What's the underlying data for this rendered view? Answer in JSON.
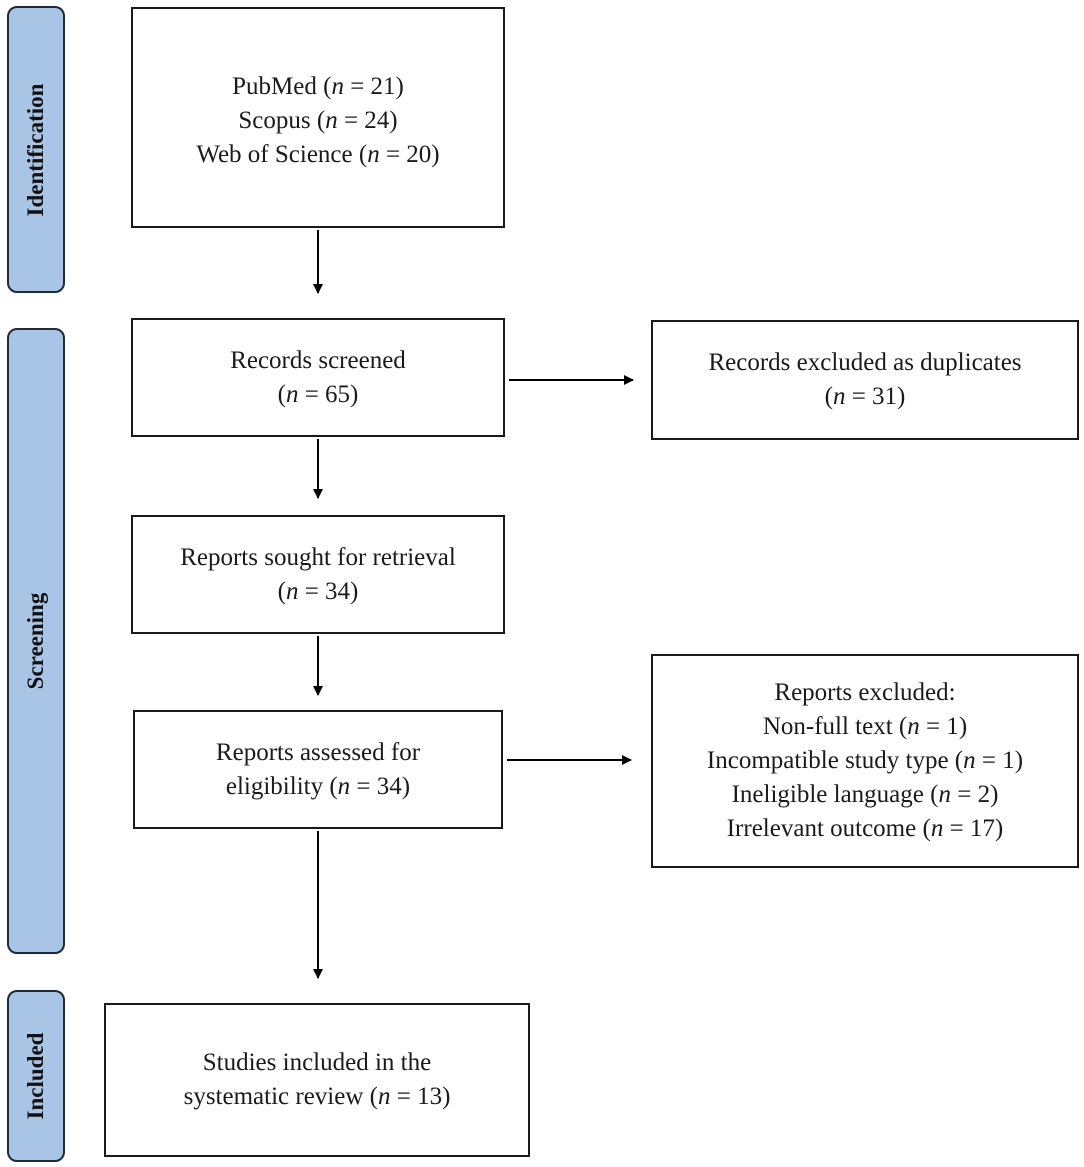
{
  "phases": {
    "identification": "Identification",
    "screening": "Screening",
    "included": "Included"
  },
  "boxes": {
    "databases": {
      "pubmed": {
        "name": "PubMed (",
        "n": "n",
        "value": " = 21)"
      },
      "scopus": {
        "name": "Scopus (",
        "n": "n",
        "value": " = 24)"
      },
      "wos": {
        "name": "Web of Science (",
        "n": "n",
        "value": " = 20)"
      }
    },
    "records_screened": {
      "title": "Records screened",
      "count": {
        "open": "(",
        "n": "n",
        "value": " = 65)"
      }
    },
    "duplicates": {
      "title": "Records excluded as duplicates",
      "count": {
        "open": "(",
        "n": "n",
        "value": " = 31)"
      }
    },
    "sought": {
      "title": "Reports sought for retrieval",
      "count": {
        "open": "(",
        "n": "n",
        "value": " = 34)"
      }
    },
    "assessed": {
      "title": "Reports assessed for",
      "line2": {
        "text": "eligibility (",
        "n": "n",
        "value": " = 34)"
      }
    },
    "excluded": {
      "title": "Reports excluded:",
      "reasons": [
        {
          "text": "Non-full text (",
          "n": "n",
          "value": " = 1)"
        },
        {
          "text": "Incompatible study type (",
          "n": "n",
          "value": " = 1)"
        },
        {
          "text": "Ineligible language (",
          "n": "n",
          "value": " = 2)"
        },
        {
          "text": "Irrelevant outcome (",
          "n": "n",
          "value": " = 17)"
        }
      ]
    },
    "included": {
      "title": "Studies included in the",
      "line2": {
        "text": "systematic review (",
        "n": "n",
        "value": " = 13)"
      }
    }
  },
  "colors": {
    "phase_fill": "#a9c5e6",
    "phase_border": "#1f2a3a",
    "box_border": "#1a1a1a"
  }
}
